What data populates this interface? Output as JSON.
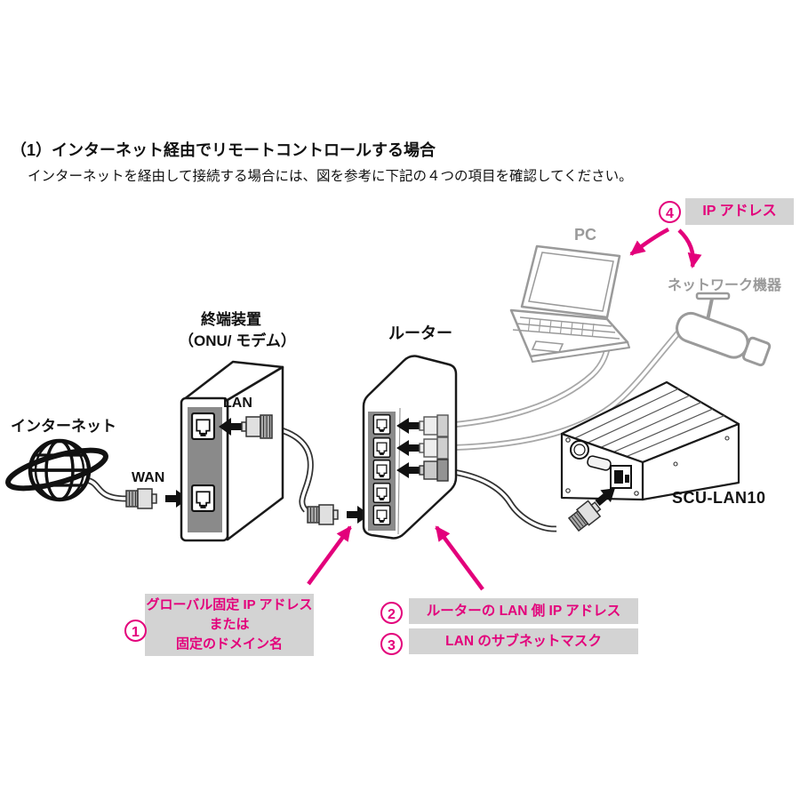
{
  "page": {
    "title": "（1）インターネット経由でリモートコントロールする場合",
    "subtitle": "インターネットを経由して接続する場合には、図を参考に下記の４つの項目を確認してください。"
  },
  "diagram": {
    "internet_label": "インターネット",
    "wan_label": "WAN",
    "lan_label": "LAN",
    "terminal_label_line1": "終端装置",
    "terminal_label_line2": "（ONU/ モデム）",
    "router_label": "ルーター",
    "pc_label": "PC",
    "network_device_label": "ネットワーク機器",
    "scu_label": "SCU-LAN10"
  },
  "annotations": {
    "item1": {
      "number": "1",
      "line1": "グローバル固定 IP アドレス",
      "line2": "または",
      "line3": "固定のドメイン名"
    },
    "item2": {
      "number": "2",
      "label": "ルーターの LAN 側 IP アドレス"
    },
    "item3": {
      "number": "3",
      "label": "LAN のサブネットマスク"
    },
    "item4": {
      "number": "4",
      "label": "IP アドレス"
    }
  },
  "colors": {
    "accent_magenta": "#e3007b",
    "label_background": "#d3d3d3",
    "panel_gray": "#8a8a8a",
    "device_outline_gray": "#9a9a9a",
    "line_black": "#111111"
  }
}
